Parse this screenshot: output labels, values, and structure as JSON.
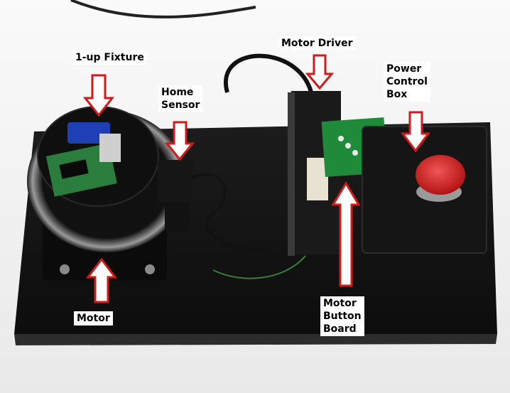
{
  "labels": {
    "fixture": "1-up Fixture",
    "home_sensor": "Home\nSensor",
    "motor_driver": "Motor Driver",
    "power_box": "Power\nControl\nBox",
    "motor": "Motor",
    "button_board": "Motor\nButton\nBoard"
  },
  "colors": {
    "arrow": "#d11a1a",
    "board": "#141414",
    "pcb": "#1f8a3a",
    "estop": "#d62020",
    "fixture_clip": "#1f3fb5"
  }
}
